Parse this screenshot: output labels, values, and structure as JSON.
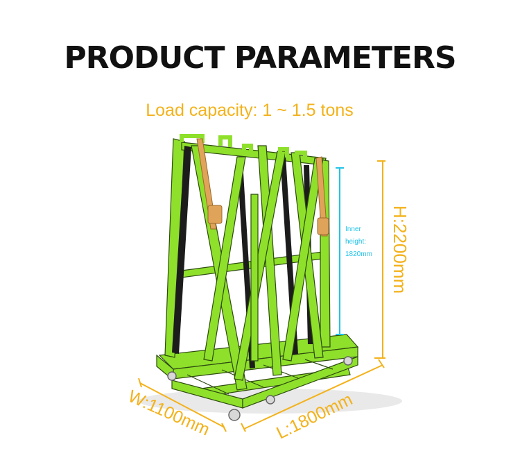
{
  "header": {
    "title": "PRODUCT PARAMETERS",
    "subtitle": "Load capacity: 1 ~ 1.5 tons"
  },
  "dimensions": {
    "height_label": "H:2200mm",
    "length_label": "L:1800mm",
    "width_label": "W:1100mm",
    "inner_line1": "Inner",
    "inner_line2": "height:",
    "inner_line3": "1820mm"
  },
  "colors": {
    "frame": "#8EE02B",
    "frame_edge": "#2E4A10",
    "rubber": "#1C1C1C",
    "strap": "#E0A35A",
    "dimension": "#F3B21B",
    "inner_dimension": "#21C4E8",
    "title": "#111111"
  }
}
